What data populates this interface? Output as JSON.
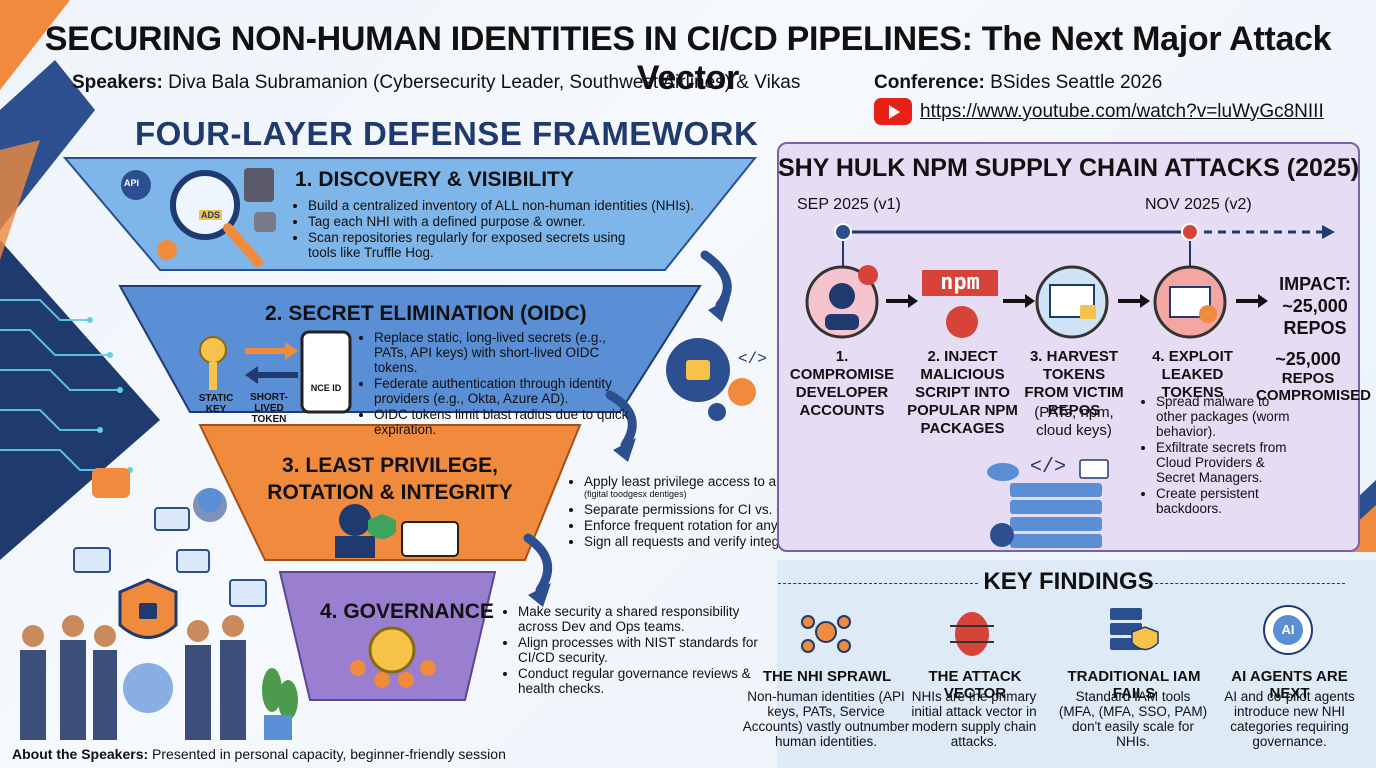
{
  "header": {
    "title": "SECURING NON-HUMAN IDENTITIES IN CI/CD PIPELINES: The Next Major Attack Vector",
    "speakers_label": "Speakers:",
    "speakers_text": "Diva Bala Subramanion (Cybersecurity Leader, Southwest Airlines) & Vikas",
    "conference_label": "Conference:",
    "conference_text": "BSides Seattle 2026",
    "video_url": "https://www.youtube.com/watch?v=luWyGc8NIII"
  },
  "framework": {
    "title": "FOUR-LAYER DEFENSE FRAMEWORK",
    "layers": [
      {
        "heading": "1. DISCOVERY & VISIBILITY",
        "bullets": [
          "Build a centralized inventory of ALL non-human identities (NHIs).",
          "Tag each NHI with a defined purpose & owner.",
          "Scan repositories regularly for exposed secrets using tools like Truffle Hog."
        ],
        "icon_labels": [
          "API",
          "ADS"
        ]
      },
      {
        "heading": "2. SECRET ELIMINATION (OIDC)",
        "bullets": [
          "Replace static, long-lived secrets (e.g., PATs, API keys) with short-lived OIDC tokens.",
          "Federate authentication through identity providers (e.g., Okta, Azure AD).",
          "OIDC tokens limit blast radius due to quick expiration."
        ],
        "static_key_label": "STATIC KEY",
        "short_lived_label": "SHORT-LIVED TOKEN",
        "phone_label": "NCE ID"
      },
      {
        "heading": "3. LEAST PRIVILEGE, ROTATION & INTEGRITY",
        "bullets": [
          "Apply least privilege access to all pipeline credentials.",
          "Separate permissions for CI vs. CD pipelines.",
          "Enforce frequent rotation for any remaining static secrets.",
          "Sign all requests and verify integrity."
        ],
        "note": "(figital toodgesx dentiges)"
      },
      {
        "heading": "4. GOVERNANCE",
        "bullets": [
          "Make security a shared responsibility across Dev and Ops teams.",
          "Align processes with NIST standards for CI/CD security.",
          "Conduct regular governance reviews & health checks."
        ]
      }
    ]
  },
  "attack": {
    "title": "SHY HULK NPM SUPPLY CHAIN ATTACKS (2025)",
    "timeline_start": "SEP 2025 (v1)",
    "timeline_end": "NOV 2025 (v2)",
    "npm_logo": "npm",
    "steps": [
      {
        "title": "1. COMPROMISE DEVELOPER ACCOUNTS",
        "sub": ""
      },
      {
        "title": "2. INJECT MALICIOUS SCRIPT INTO POPULAR NPM PACKAGES",
        "sub": ""
      },
      {
        "title": "3. HARVEST TOKENS FROM VICTIM REPOS",
        "sub": "(PATs, npm, cloud keys)"
      },
      {
        "title": "4. EXPLOIT LEAKED TOKENS",
        "sub": ""
      }
    ],
    "exploit_bullets": [
      "Spread malware to other packages (worm behavior).",
      "Exfiltrate secrets from Cloud Providers & Secret Managers.",
      "Create persistent backdoors."
    ],
    "impact_label": "IMPACT:",
    "impact_value": "~25,000 REPOS",
    "impact_value2": "~25,000",
    "impact_value2_sub": "REPOS COMPROMISED"
  },
  "findings": {
    "title": "KEY FINDINGS",
    "items": [
      {
        "heading": "THE NHI SPRAWL",
        "desc": "Non-human identities (API keys, PATs, Service Accounts) vastly outnumber human identities."
      },
      {
        "heading": "THE ATTACK VECTOR",
        "desc": "NHIs are the primary initial attack vector in modern supply chain attacks."
      },
      {
        "heading": "TRADITIONAL IAM FAILS",
        "desc": "Standard IAM tools (MFA, (MFA, SSO, PAM) don't easily scale for NHIs."
      },
      {
        "heading": "AI AGENTS ARE NEXT",
        "desc": "AI and co-pilot agents introduce new NHI categories requiring governance."
      }
    ],
    "ai_icon_label": "AI"
  },
  "footer": {
    "about_label": "About the Speakers:",
    "about_text": "Presented in personal capacity, beginner-friendly session"
  },
  "colors": {
    "layer1": "#7fb6ea",
    "layer2": "#5a8fd6",
    "layer3": "#f08a3c",
    "layer4": "#9a7ed0",
    "panel_bg": "#e6dcf3",
    "panel_border": "#7b62a3",
    "accent_navy": "#1e3a6e",
    "alert_red": "#d84339"
  }
}
